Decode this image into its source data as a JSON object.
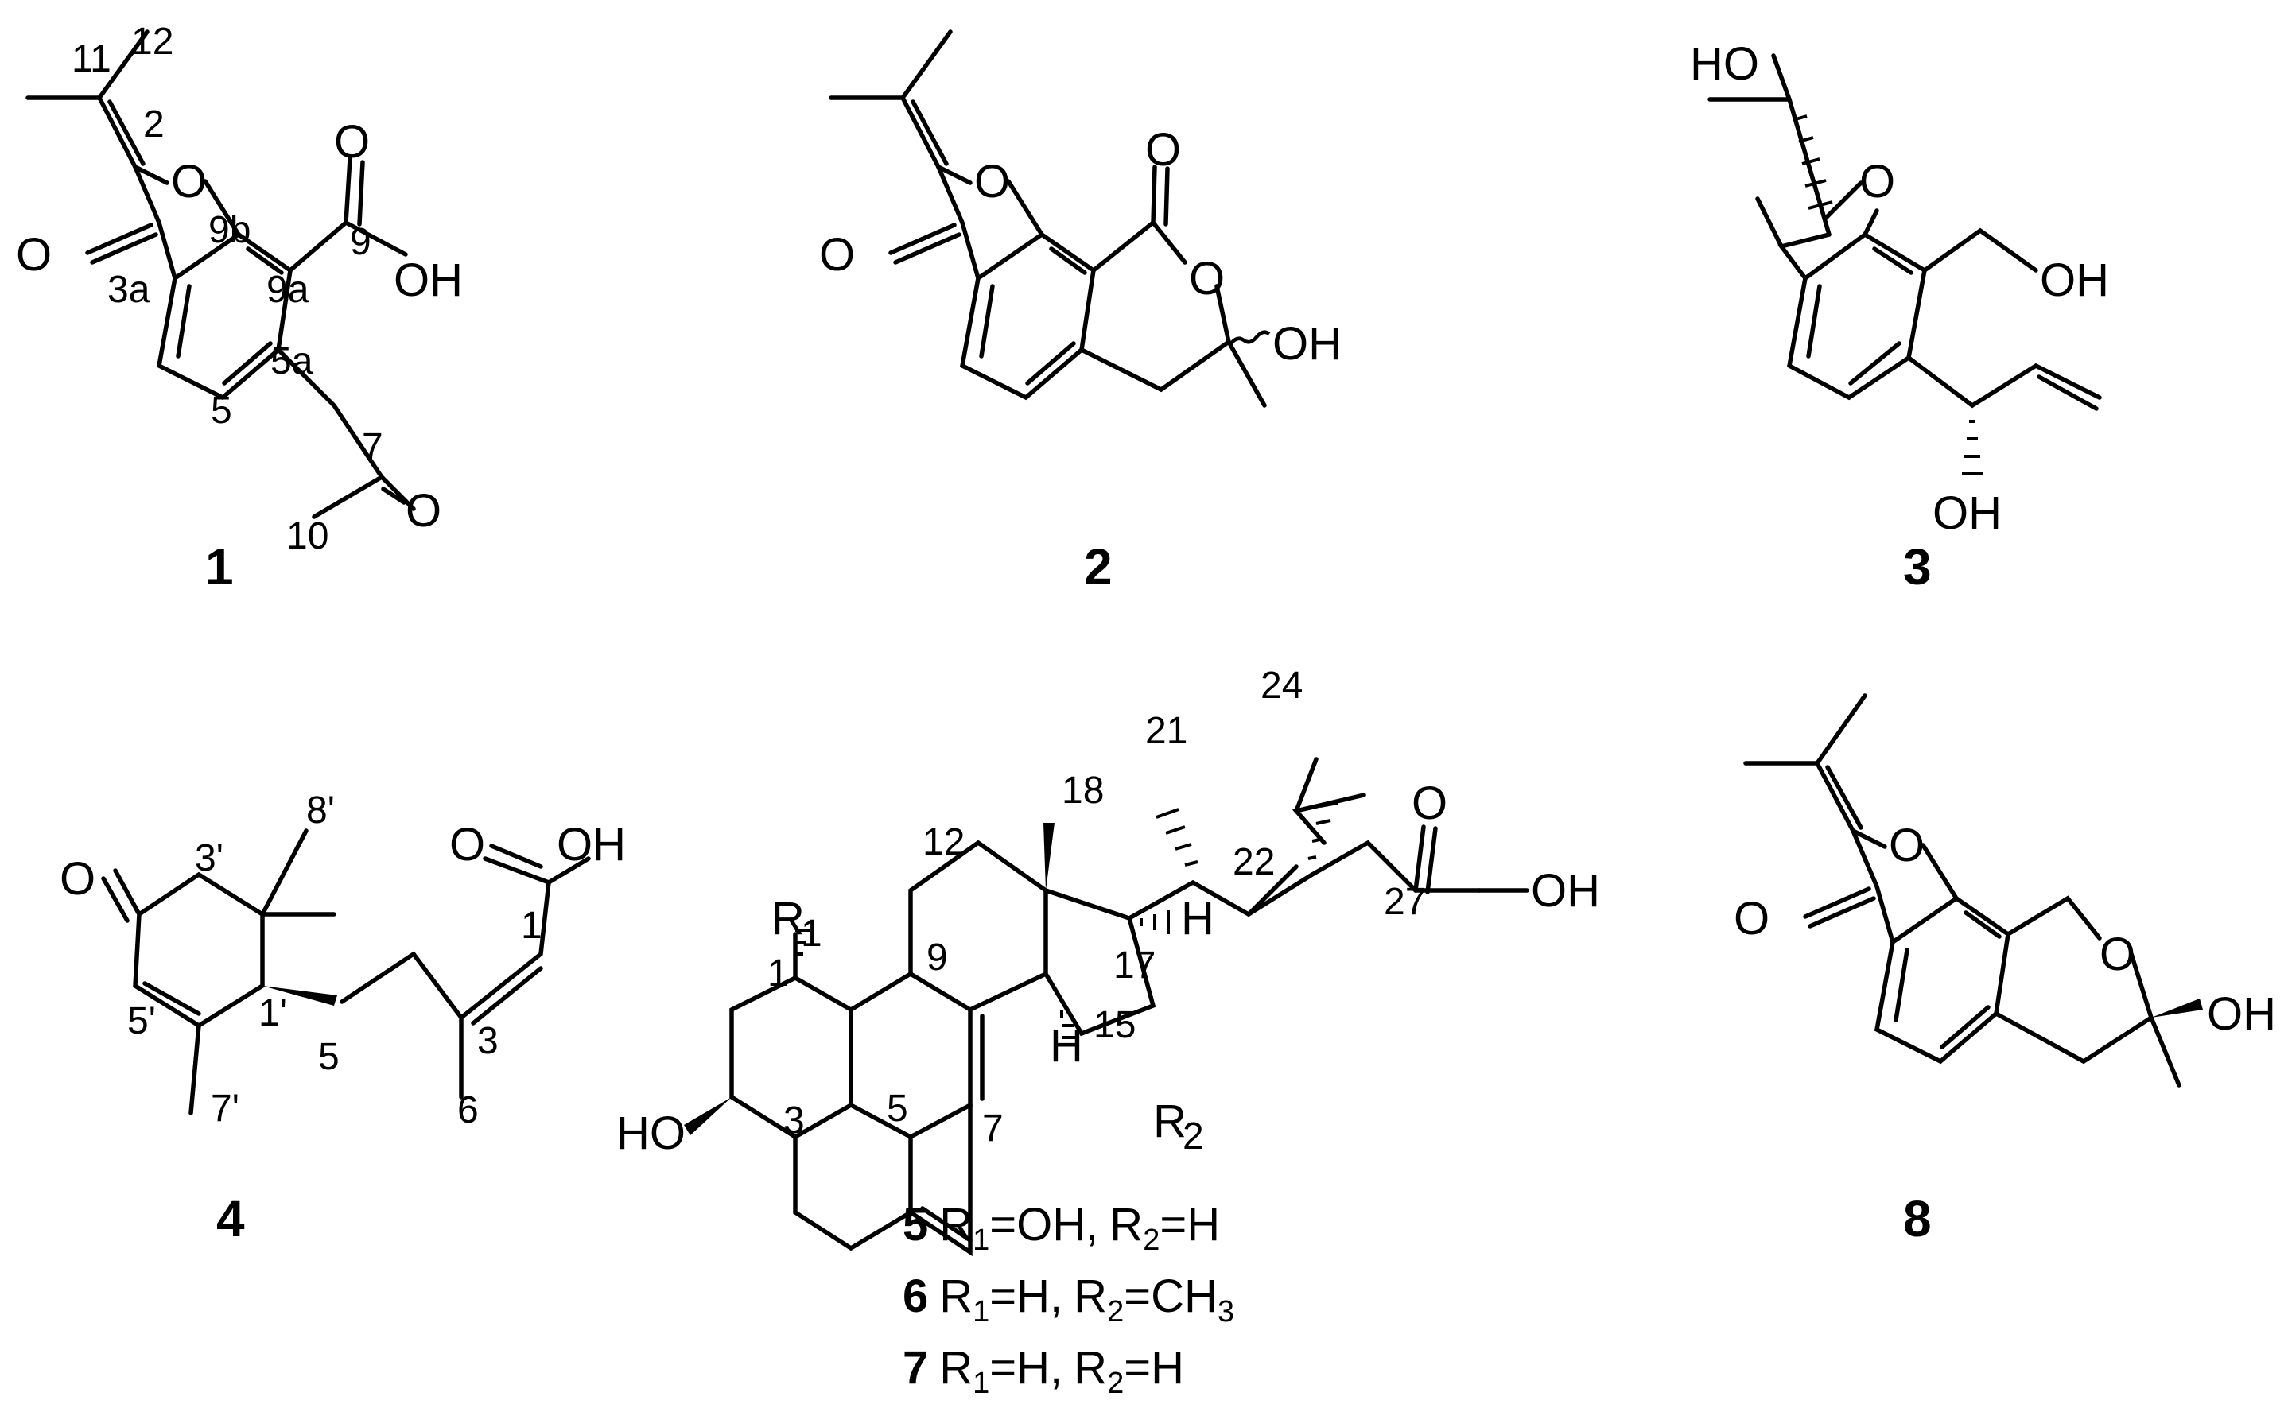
{
  "compounds": [
    {
      "id": "1",
      "atoms": [
        "O",
        "O",
        "O",
        "OH",
        "O"
      ],
      "numbering": [
        "11",
        "12",
        "2",
        "9b",
        "9",
        "3a",
        "9a",
        "5a",
        "5",
        "7",
        "10"
      ]
    },
    {
      "id": "2",
      "atoms": [
        "O",
        "O",
        "O",
        "O",
        "OH"
      ]
    },
    {
      "id": "3",
      "atoms": [
        "HO",
        "O",
        "OH",
        "OH"
      ]
    },
    {
      "id": "4",
      "atoms": [
        "O",
        "O",
        "OH"
      ],
      "numbering": [
        "3'",
        "8'",
        "5'",
        "1'",
        "7'",
        "5",
        "3",
        "6",
        "1"
      ]
    },
    {
      "id": "5-7",
      "atoms": [
        "R",
        "HO",
        "R",
        "H",
        "H",
        "O",
        "OH"
      ],
      "subscripts": [
        "1",
        "2"
      ],
      "numbering": [
        "24",
        "21",
        "18",
        "12",
        "22",
        "27",
        "17",
        "1",
        "9",
        "15",
        "3",
        "5",
        "7"
      ]
    },
    {
      "id": "8",
      "atoms": [
        "O",
        "O",
        "O",
        "OH"
      ]
    }
  ],
  "legend": [
    {
      "id": "5",
      "r1_label": "R",
      "r1_sub": "1",
      "r1_value": "=OH,",
      "r2_label": "R",
      "r2_sub": "2",
      "r2_value": "=H"
    },
    {
      "id": "6",
      "r1_label": "R",
      "r1_sub": "1",
      "r1_value": "=H,",
      "r2_label": "R",
      "r2_sub": "2",
      "r2_value": "=CH",
      "r2_value_sub": "3"
    },
    {
      "id": "7",
      "r1_label": "R",
      "r1_sub": "1",
      "r1_value": "=H,",
      "r2_label": "R",
      "r2_sub": "2",
      "r2_value": "=H"
    }
  ]
}
